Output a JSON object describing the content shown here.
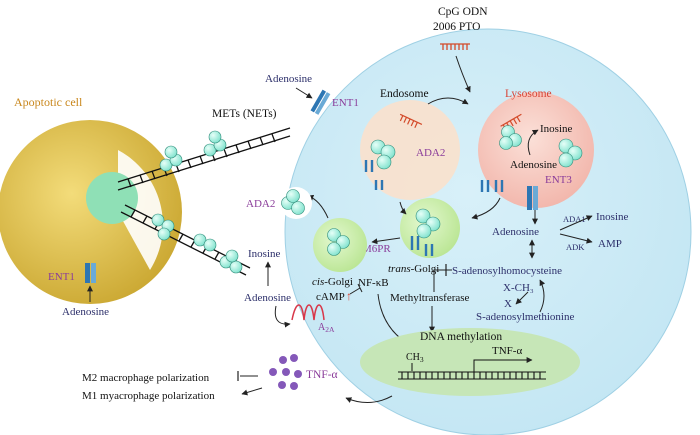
{
  "colors": {
    "cell_fill": "#c3e6f3",
    "apoptotic_fill": "#c8a42d",
    "endosome_fill": "#f8e2cf",
    "lysosome_fill": "#f1b1a6",
    "golgi_fill": "#b7e48f",
    "nucleus_fill": "#c6e6b7",
    "ada_ball": "#7fe2cd",
    "purple_text": "#8a3c9a",
    "navy_text": "#2c2f6a",
    "orange_text": "#c9871c",
    "red_text": "#d84436",
    "receptor_blue": "#2d76b3",
    "tnf_dots": "#8458b9"
  },
  "labels": {
    "cpg": "CpG ODN",
    "pto": "2006 PTO",
    "apoptotic": "Apoptotic cell",
    "mets": "METs (NETs)",
    "adenosine_top": "Adenosine",
    "ent1_top": "ENT1",
    "ent1_left": "ENT1",
    "adenosine_left": "Adenosine",
    "endosome": "Endosome",
    "lysosome": "Lysosome",
    "ada2_endo": "ADA2",
    "ada2_left": "ADA2",
    "inosine_lys": "Inosine",
    "adenosine_lys": "Adenosine",
    "ent3": "ENT3",
    "m6pr": "M6PR",
    "cis_italic": "cis",
    "cis_rest": "-Golgi",
    "trans_italic": "trans",
    "trans_rest": "-Golgi",
    "inosine_left": "Inosine",
    "adenosine_mid": "Adenosine",
    "camp": "cAMP",
    "nfkb": "NF-κB",
    "a2a": "A",
    "a2a_sub": "2A",
    "ada1": "ADA1",
    "adk": "ADK",
    "inosine_right": "Inosine",
    "amp": "AMP",
    "adenosine_right": "Adenosine",
    "sah": "S-adenosylhomocysteine",
    "methyltransferase": "Methyltransferase",
    "xch3": "X-CH₃",
    "x": "X",
    "sam": "S-adenosylmethionine",
    "dna_methylation": "DNA methylation",
    "ch3": "CH",
    "ch3_sub": "3",
    "tnf_gene": "TNF-α",
    "tnf_out": "TNF-α",
    "m2": "M2 macrophage polarization",
    "m1": "M1 myacrophage polarization"
  }
}
